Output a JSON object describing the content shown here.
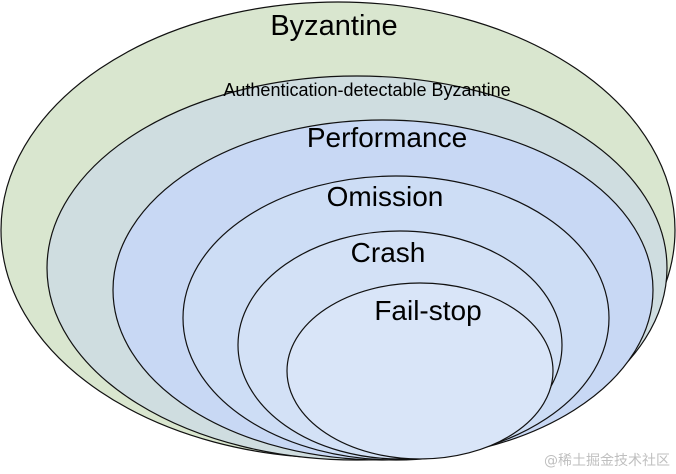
{
  "diagram": {
    "layers": [
      {
        "key": "byzantine",
        "label": "Byzantine",
        "fill": "#d9e6cf"
      },
      {
        "key": "authentication",
        "label": "Authentication-detectable Byzantine",
        "fill": "#cfdde0"
      },
      {
        "key": "performance",
        "label": "Performance",
        "fill": "#c8d8f4"
      },
      {
        "key": "omission",
        "label": "Omission",
        "fill": "#cdddf5"
      },
      {
        "key": "crash",
        "label": "Crash",
        "fill": "#d3e1f6"
      },
      {
        "key": "failstop",
        "label": "Fail-stop",
        "fill": "#d9e5f8"
      }
    ]
  },
  "watermark": "@稀土掘金技术社区"
}
